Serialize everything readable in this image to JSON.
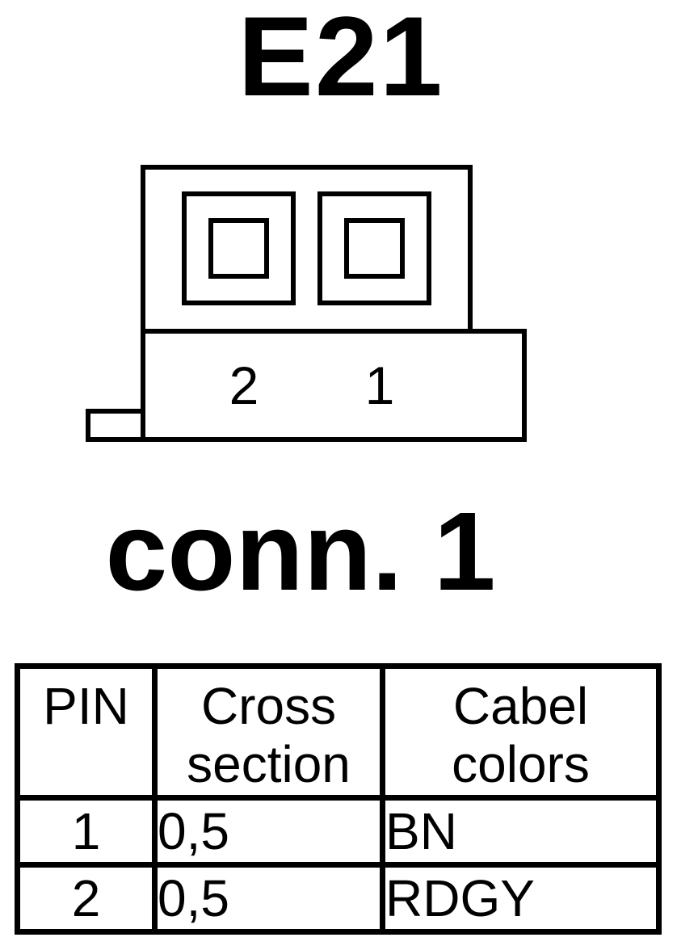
{
  "title": "E21",
  "connector": {
    "pin_labels": [
      "2",
      "1"
    ]
  },
  "conn_label": "conn. 1",
  "table": {
    "headers": [
      {
        "line1": "PIN",
        "line2": ""
      },
      {
        "line1": "Cross",
        "line2": "section"
      },
      {
        "line1": "Cabel",
        "line2": "colors"
      }
    ],
    "rows": [
      {
        "pin": "1",
        "cross_section": "0,5",
        "color": "BN"
      },
      {
        "pin": "2",
        "cross_section": "0,5",
        "color": "RDGY"
      }
    ]
  }
}
